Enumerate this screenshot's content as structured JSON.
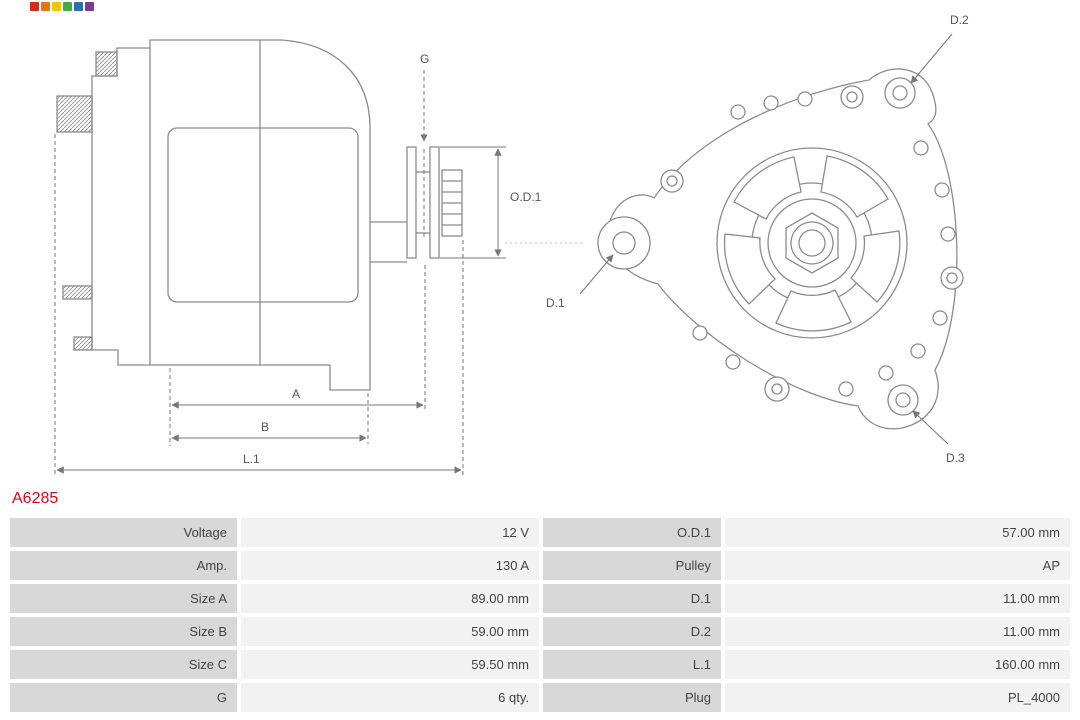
{
  "brand_logo": {
    "colors": [
      "#d42a1e",
      "#e87511",
      "#f2c500",
      "#3fae49",
      "#2b6fb3",
      "#7a3b92"
    ]
  },
  "part_number": {
    "text": "A6285",
    "color": "#e30613"
  },
  "diagram": {
    "line_color": "#8c8c8c",
    "labels": {
      "g": "G",
      "od1": "O.D.1",
      "a": "A",
      "b": "B",
      "l1": "L.1",
      "d1": "D.1",
      "d2": "D.2",
      "d3": "D.3"
    }
  },
  "table": {
    "label_bg": "#d8d8d8",
    "value_bg": "#f2f2f2",
    "rows": [
      {
        "label1": "Voltage",
        "value1": "12 V",
        "label2": "O.D.1",
        "value2": "57.00 mm"
      },
      {
        "label1": "Amp.",
        "value1": "130 A",
        "label2": "Pulley",
        "value2": "AP"
      },
      {
        "label1": "Size A",
        "value1": "89.00 mm",
        "label2": "D.1",
        "value2": "11.00 mm"
      },
      {
        "label1": "Size B",
        "value1": "59.00 mm",
        "label2": "D.2",
        "value2": "11.00 mm"
      },
      {
        "label1": "Size C",
        "value1": "59.50 mm",
        "label2": "L.1",
        "value2": "160.00 mm"
      },
      {
        "label1": "G",
        "value1": "6 qty.",
        "label2": "Plug",
        "value2": "PL_4000"
      }
    ]
  }
}
